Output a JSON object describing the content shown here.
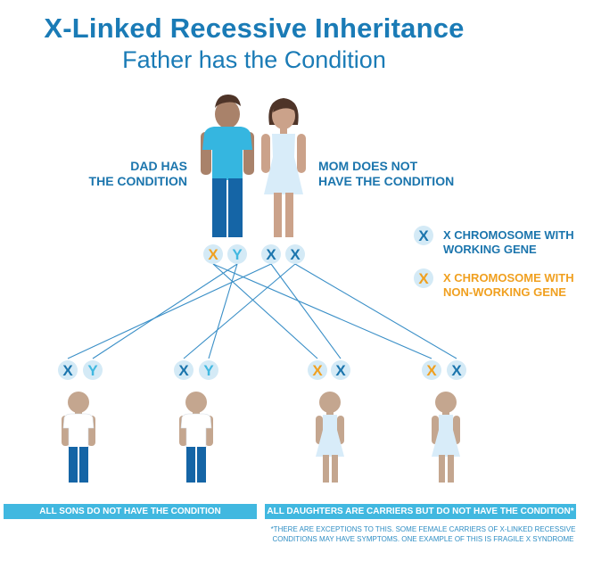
{
  "title": "X-Linked Recessive Inheritance",
  "subtitle": "Father has the Condition",
  "dad_label": [
    "DAD HAS",
    "THE CONDITION"
  ],
  "mom_label": [
    "MOM DOES NOT",
    "HAVE THE CONDITION"
  ],
  "legend": [
    {
      "symbol": "X",
      "color": "#1b75ad",
      "lines": [
        "X CHROMOSOME WITH",
        "WORKING GENE"
      ]
    },
    {
      "symbol": "X",
      "color": "#f0a020",
      "lines": [
        "X CHROMOSOME WITH",
        "NON-WORKING GENE"
      ]
    }
  ],
  "chromosome_letters": {
    "x": "X",
    "y": "Y"
  },
  "colors": {
    "title": "#1a7bb6",
    "working": "#1b75ad",
    "non_working": "#f0a020",
    "y_chromosome": "#41b8e0",
    "circle_bg": "#d4eaf6",
    "line": "#3a8fc7",
    "banner": "#41b8e0",
    "skin_dad": "#a9826a",
    "skin_mom": "#cba28a",
    "skin_child": "#c4a68f",
    "shirt": "#35b6e0",
    "pants": "#1565a6",
    "dress": "#d8ecf9"
  },
  "parents": {
    "dad": {
      "chromosomes": [
        "X",
        "Y"
      ],
      "x_type": "non-working"
    },
    "mom": {
      "chromosomes": [
        "X",
        "X"
      ],
      "x_type": "working"
    }
  },
  "children": [
    {
      "sex": "son",
      "chromosomes": [
        "X",
        "Y"
      ]
    },
    {
      "sex": "son",
      "chromosomes": [
        "X",
        "Y"
      ]
    },
    {
      "sex": "daughter",
      "chromosomes": [
        "X",
        "X"
      ]
    },
    {
      "sex": "daughter",
      "chromosomes": [
        "X",
        "X"
      ]
    }
  ],
  "banners": {
    "sons": "ALL SONS DO NOT HAVE THE CONDITION",
    "daughters": "ALL DAUGHTERS ARE CARRIERS BUT DO NOT HAVE THE CONDITION*"
  },
  "footnote": "*THERE ARE EXCEPTIONS TO THIS. SOME FEMALE CARRIERS OF X-LINKED RECESSIVE CONDITIONS MAY HAVE SYMPTOMS. ONE EXAMPLE OF THIS IS FRAGILE X SYNDROME"
}
